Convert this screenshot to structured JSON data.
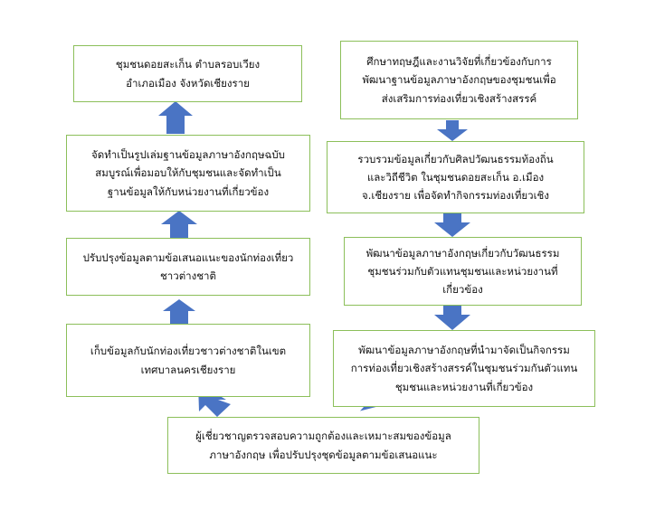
{
  "colors": {
    "box_border": "#8cbf5a",
    "arrow": "#4a74c4",
    "text": "#111111"
  },
  "left_column": [
    {
      "id": "dest",
      "lines": [
        "ชุมชนดอยสะเก็น ตำบลรอบเวียง",
        "อำเภอเมือง จังหวัดเชียงราย"
      ]
    },
    {
      "id": "publish",
      "lines": [
        "จัดทำเป็นรูปเล่มฐานข้อมูลภาษาอังกฤษฉบับ",
        "สมบูรณ์เพื่อมอบให้กับชุมชนและจัดทำเป็น",
        "ฐานข้อมูลให้กับหน่วยงานที่เกี่ยวข้อง"
      ]
    },
    {
      "id": "improve",
      "lines": [
        "ปรับปรุงข้อมูลตามข้อเสนอแนะของนักท่องเที่ยว",
        "ชาวต่างชาติ"
      ]
    },
    {
      "id": "collect_tourists",
      "lines": [
        "เก็บข้อมูลกับนักท่องเที่ยวชาวต่างชาติในเขต",
        "เทศบาลนครเชียงราย"
      ]
    }
  ],
  "right_column": [
    {
      "id": "study",
      "lines": [
        "ศึกษาทฤษฎีและงานวิจัยที่เกี่ยวข้องกับการ",
        "พัฒนาฐานข้อมูลภาษาอังกฤษของชุมชนเพื่อ",
        "ส่งเสริมการท่องเที่ยวเชิงสร้างสรรค์"
      ]
    },
    {
      "id": "gather",
      "lines": [
        "รวบรวมข้อมูลเกี่ยวกับศิลปวัฒนธรรมท้องถิ่น",
        "และวิถีชีวิต ในชุมชนดอยสะเก็น อ.เมือง",
        "จ.เชียงราย เพื่อจัดทำกิจกรรมท่องเที่ยวเชิง"
      ]
    },
    {
      "id": "develop",
      "lines": [
        "พัฒนาข้อมูลภาษาอังกฤษเกี่ยวกับวัฒนธรรม",
        "ชุมชนร่วมกับตัวแทนชุมชนและหน่วยงานที่",
        "เกี่ยวข้อง"
      ]
    },
    {
      "id": "activities",
      "lines": [
        "พัฒนาข้อมูลภาษาอังกฤษที่นำมาจัดเป็นกิจกรรม",
        "การท่องเที่ยวเชิงสร้างสรรค์ในชุมชนร่วมกันตัวแทน",
        "ชุมชนและหน่วยงานที่เกี่ยวข้อง"
      ]
    }
  ],
  "bottom": {
    "id": "experts",
    "lines": [
      "ผู้เชี่ยวชาญตรวจสอบความถูกต้องและเหมาะสมของข้อมูล",
      "ภาษาอังกฤษ เพื่อปรับปรุงชุดข้อมูลตามข้อเสนอแนะ"
    ]
  }
}
